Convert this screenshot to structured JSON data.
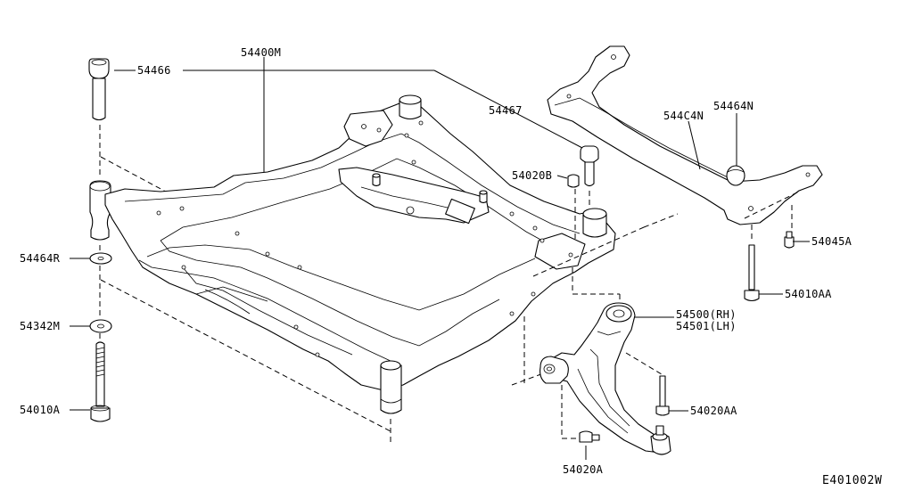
{
  "labels": {
    "l54400M": "54400M",
    "l54466": "54466",
    "l54467": "54467",
    "l54464N": "54464N",
    "l544C4N": "544C4N",
    "l54020B": "54020B",
    "l54464R": "54464R",
    "l54342M": "54342M",
    "l54010A": "54010A",
    "l54045A": "54045A",
    "l54010AA": "54010AA",
    "l54500": "54500(RH)",
    "l54501": "54501(LH)",
    "l54020AA": "54020AA",
    "l54020A": "54020A"
  },
  "figure_code": "E401002W"
}
